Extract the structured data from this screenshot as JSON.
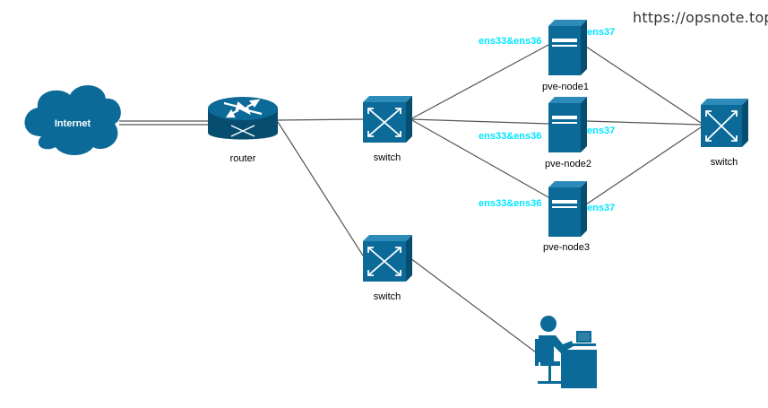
{
  "watermark": "https://opsnote.top",
  "colors": {
    "device": "#0b6a98",
    "device_dark": "#074d70",
    "link": "#555555",
    "port_label": "#00e5ff"
  },
  "nodes": {
    "internet": {
      "label": "Internet",
      "icon": "cloud-icon"
    },
    "router": {
      "label": "router",
      "icon": "router-icon"
    },
    "switch_main": {
      "label": "switch",
      "icon": "switch-icon"
    },
    "switch_lower": {
      "label": "switch",
      "icon": "switch-icon"
    },
    "switch_right": {
      "label": "switch",
      "icon": "switch-icon"
    },
    "pve_node1": {
      "label": "pve-node1",
      "icon": "server-icon",
      "port_left": "ens33&ens36",
      "port_right": "ens37"
    },
    "pve_node2": {
      "label": "pve-node2",
      "icon": "server-icon",
      "port_left": "ens33&ens36",
      "port_right": "ens37"
    },
    "pve_node3": {
      "label": "pve-node3",
      "icon": "server-icon",
      "port_left": "ens33&ens36",
      "port_right": "ens37"
    },
    "workstation": {
      "icon": "user-workstation-icon"
    }
  }
}
